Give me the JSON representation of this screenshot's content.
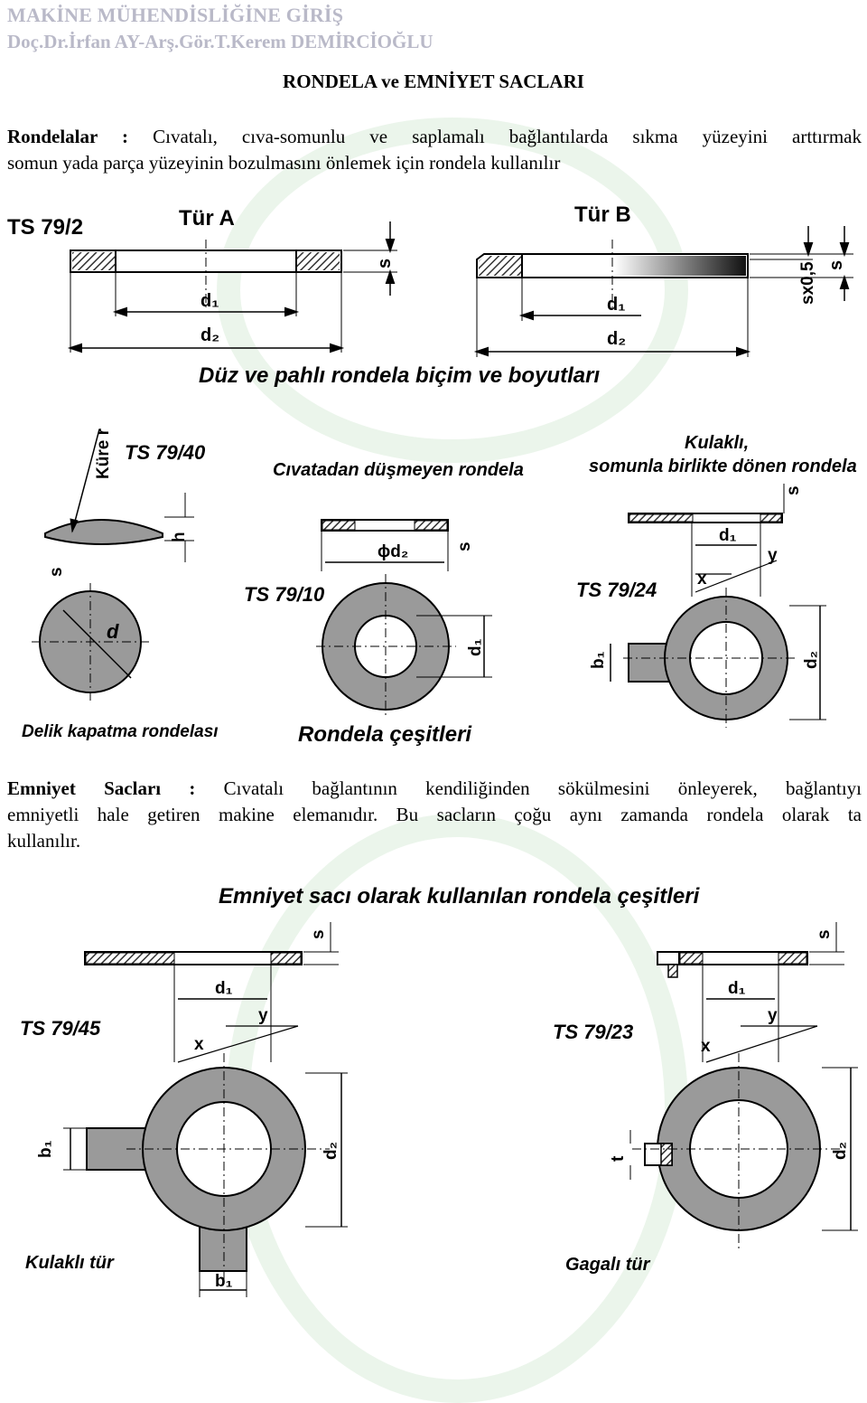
{
  "header": {
    "course": "MAKİNE MÜHENDİSLİĞİNE GİRİŞ",
    "authors": "Doç.Dr.İrfan AY-Arş.Gör.T.Kerem DEMİRCİOĞLU"
  },
  "title": "RONDELA ve EMNİYET SACLARI",
  "rondelalar": {
    "term": "Rondelalar :",
    "line1": "Cıvatalı, cıva-somunlu ve saplamalı bağlantılarda sıkma yüzeyini arttırmak",
    "line2": "somun yada parça yüzeyinin bozulmasını önlemek için rondela kullanılır"
  },
  "figure1": {
    "std": "TS 79/2",
    "type_a": "Tür A",
    "type_b": "Tür B",
    "caption": "Düz ve pahlı rondela biçim ve boyutları",
    "labels": {
      "s": "s",
      "d1": "d₁",
      "d2": "d₂",
      "chamfer": "sx0,5"
    }
  },
  "figure2": {
    "sphere": "Küre r",
    "std_40": "TS 79/40",
    "non_falling": "Cıvatadan düşmeyen rondela",
    "tab_title1": "Kulaklı,",
    "tab_title2": "somunla birlikte dönen rondela",
    "std_10": "TS 79/10",
    "std_24": "TS 79/24",
    "hole_cover": "Delik kapatma rondelası",
    "caption": "Rondela çeşitleri",
    "labels": {
      "s": "s",
      "h": "h",
      "d": "d",
      "phi_d2": "ϕd₂",
      "d1": "d₁",
      "d2": "d₂",
      "b1": "b₁",
      "x": "x",
      "y": "y"
    }
  },
  "emniyet": {
    "term": "Emniyet Sacları :",
    "line1": "Cıvatalı bağlantının kendiliğinden sökülmesini önleyerek, bağlantıyı",
    "line2": "emniyetli hale getiren makine elemanıdır. Bu sacların çoğu aynı zamanda rondela olarak ta",
    "line3": "kullanılır."
  },
  "figure3": {
    "caption": "Emniyet sacı olarak kullanılan rondela çeşitleri",
    "std_45": "TS 79/45",
    "std_23": "TS 79/23",
    "eared": "Kulaklı tür",
    "beaked": "Gagalı tür",
    "labels": {
      "s": "s",
      "d1": "d₁",
      "d2": "d₂",
      "b1": "b₁",
      "x": "x",
      "y": "y",
      "t": "t"
    }
  },
  "colors": {
    "body_text": "#000000",
    "header_text": "#b9b9c8",
    "watermark": "#dff0df",
    "hatch": "#444444",
    "washer_fill": "#9a9a9a"
  }
}
